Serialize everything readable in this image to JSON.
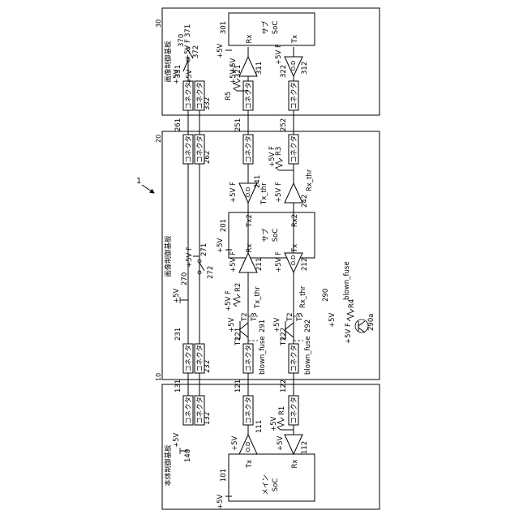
{
  "figure_id_arrow": "1",
  "boards": [
    {
      "title": "本体制御基板",
      "ref": "10"
    },
    {
      "title": "画像制御基板",
      "ref": "20"
    },
    {
      "title": "画像制御基板",
      "ref": "30"
    }
  ],
  "socs": [
    {
      "name": "メイン",
      "sub": "SoC",
      "ref": "101",
      "tx": "Tx",
      "rx": "Rx"
    },
    {
      "name": "サブ",
      "sub": "SoC",
      "ref": "201",
      "tx": "Tx",
      "rx": "Rx",
      "tx2": "Tx2",
      "rx2": "Rx2"
    },
    {
      "name": "サブ",
      "sub": "SoC",
      "ref": "301",
      "tx": "Tx",
      "rx": "Rx"
    }
  ],
  "connector_label": "コネクタ",
  "connectors": [
    "131",
    "132",
    "121",
    "122",
    "231",
    "232",
    "221",
    "222",
    "261",
    "262",
    "251",
    "252",
    "331",
    "332",
    "321",
    "322"
  ],
  "buffers": [
    {
      "ref": "111",
      "label": "O.D"
    },
    {
      "ref": "112",
      "label": ""
    },
    {
      "ref": "211",
      "label": ""
    },
    {
      "ref": "212",
      "label": "O.D"
    },
    {
      "ref": "241",
      "label": "O.D"
    },
    {
      "ref": "242",
      "label": ""
    },
    {
      "ref": "311",
      "label": ""
    },
    {
      "ref": "312",
      "label": "O.D"
    }
  ],
  "power": {
    "v5": "+5V",
    "v5f": "+5V F"
  },
  "resistors": [
    "R1",
    "R2",
    "R3",
    "R4",
    "R5"
  ],
  "switch_refs": [
    "140",
    "270",
    "271",
    "272",
    "370",
    "371",
    "372"
  ],
  "transistors": [
    "T1",
    "T2",
    "T3"
  ],
  "transistor_refs": [
    "291",
    "292",
    "290",
    "290a"
  ],
  "signals": {
    "tx_thr": "Tx_thr",
    "rx_thr": "Rx_thr",
    "blown_fuse": "blown_fuse"
  }
}
